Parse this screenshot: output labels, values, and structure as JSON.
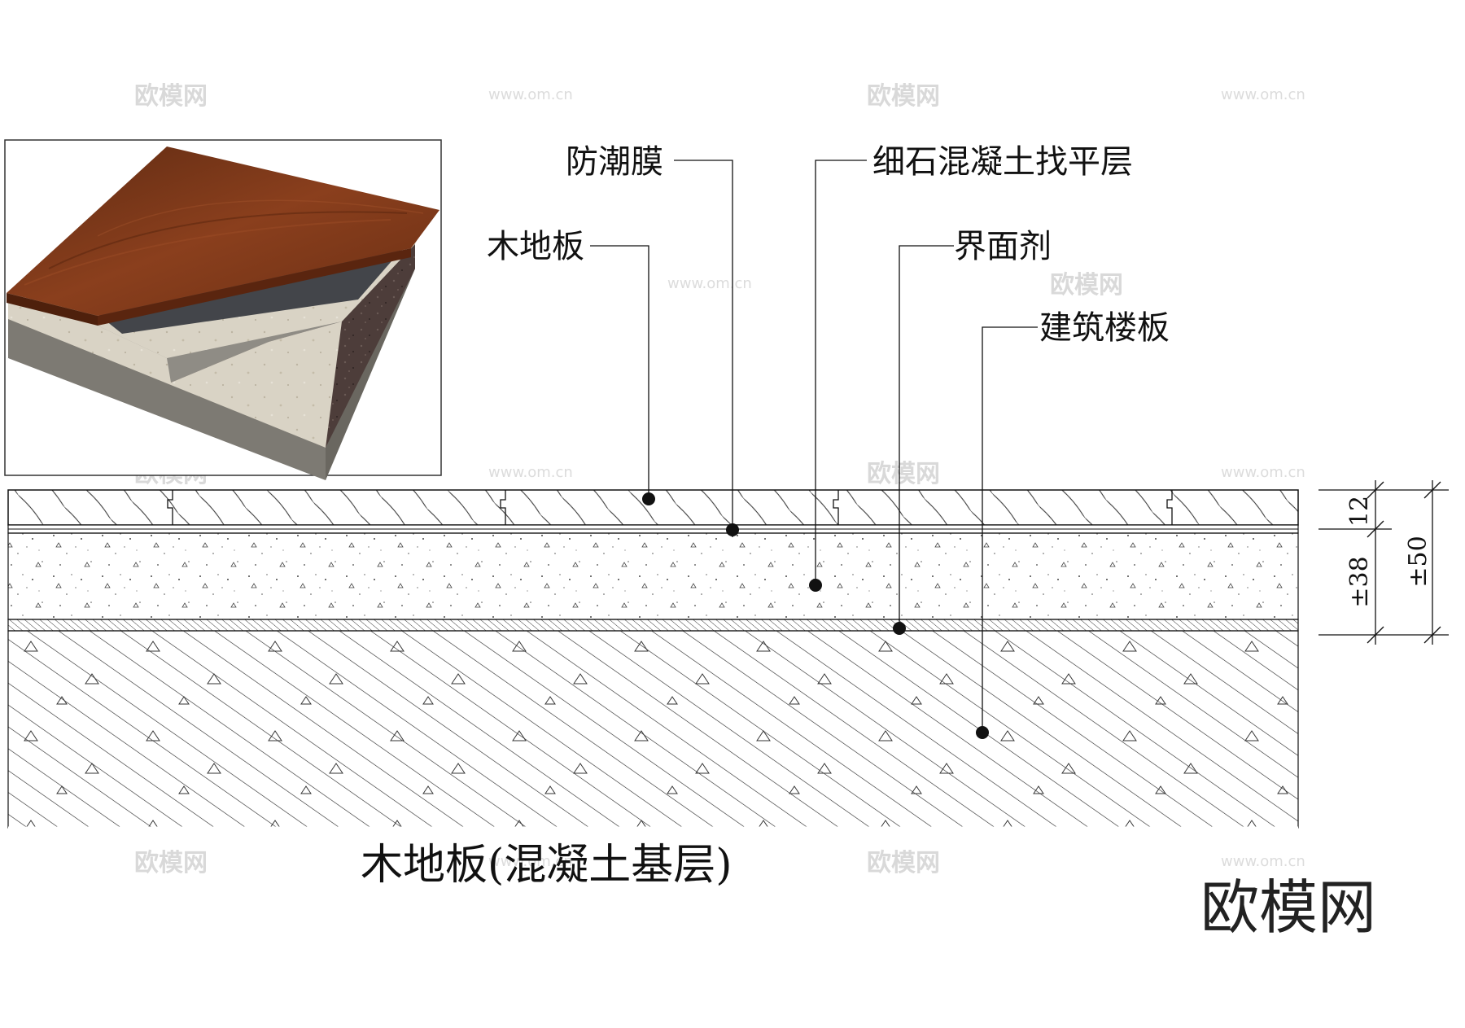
{
  "title": "木地板(混凝土基层)",
  "brand": "欧模网",
  "watermark": {
    "text": "欧模网",
    "url": "www.om.cn"
  },
  "labels": {
    "moisture_film": "防潮膜",
    "fine_concrete": "细石混凝土找平层",
    "wood_floor": "木地板",
    "interface_agent": "界面剂",
    "building_slab": "建筑楼板"
  },
  "dimensions": {
    "d12": "12",
    "d38": "±38",
    "d50": "±50"
  },
  "colors": {
    "wood": "#7a3518",
    "membrane": "#3d3f42",
    "screed": "#d8d2c6",
    "interface": "#4a3b38",
    "slab": "#9a978f",
    "line": "#111111"
  }
}
